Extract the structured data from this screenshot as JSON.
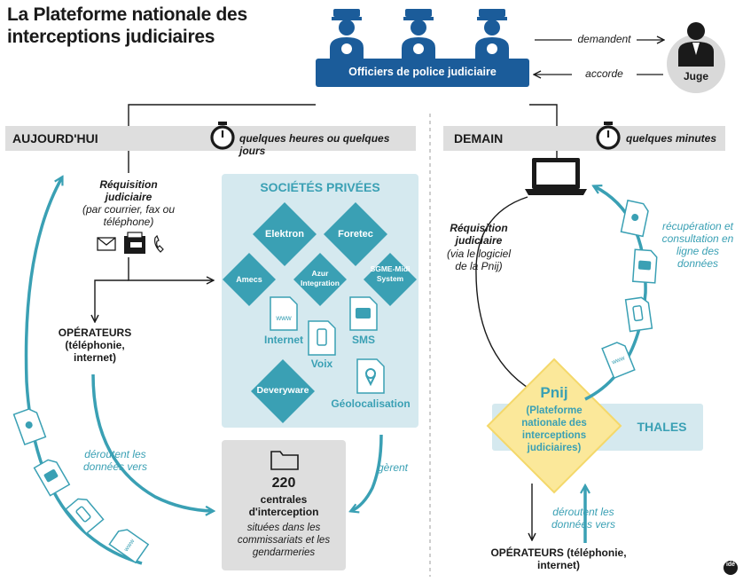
{
  "title": "La Plateforme nationale des interceptions judiciaires",
  "officers_label": "Officiers de police judiciaire",
  "judge_label": "Juge",
  "demandent": "demandent",
  "accorde": "accorde",
  "today": {
    "label": "AUJOURD'HUI",
    "duration": "quelques heures ou quelques jours"
  },
  "tomorrow": {
    "label": "DEMAIN",
    "duration": "quelques minutes"
  },
  "requisition_left": {
    "title": "Réquisition judiciaire",
    "detail": "(par courrier, fax ou téléphone)"
  },
  "operators_left": "OPÉRATEURS (téléphonie, internet)",
  "private_companies": {
    "heading": "SOCIÉTÉS PRIVÉES",
    "companies": [
      "Elektron",
      "Foretec",
      "Amecs",
      "Azur Integration",
      "SGME-Midi System",
      "Deveryware"
    ],
    "services": [
      "Internet",
      "Voix",
      "SMS",
      "Géolocalisation"
    ]
  },
  "centrales": {
    "count": "220",
    "label": "centrales d'interception",
    "detail": "situées dans les commissariats et les gendarmeries"
  },
  "deroutent_left": "déroutent les données vers",
  "gerent": "gèrent",
  "requisition_right": {
    "title": "Réquisition judiciaire",
    "detail": "(via le logiciel de la Pnij)"
  },
  "recuperation": "récupération et consultation en ligne des données",
  "pnij": {
    "name": "Pnij",
    "full": "(Plateforme nationale des interceptions judiciaires)"
  },
  "thales": "THALES",
  "deroutent_right": "déroutent les données vers",
  "operators_right": "OPÉRATEURS (téléphonie, internet)",
  "credit": "idé",
  "colors": {
    "navy": "#1b5c9a",
    "teal": "#3aa0b4",
    "light_blue": "#d5e9ef",
    "yellow": "#fbe89a",
    "gray_bar": "#dedede"
  }
}
